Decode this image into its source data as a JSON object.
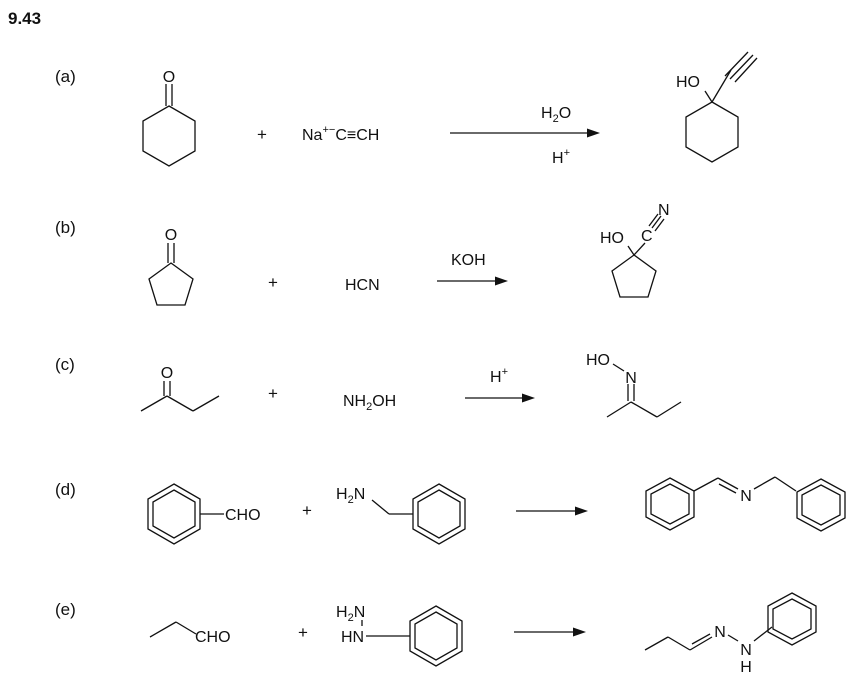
{
  "problem_number": "9.43",
  "plus": "+",
  "reactions": [
    {
      "label": "(a)",
      "reagent": {
        "a": "Na",
        "b": "+",
        "c": "−",
        "d": "C≡CH"
      },
      "above": {
        "a": "H",
        "b": "2",
        "c": "O"
      },
      "below": {
        "a": "H",
        "b": "+"
      },
      "product": {
        "oh": "HO"
      }
    },
    {
      "label": "(b)",
      "reagent": {
        "a": "HCN"
      },
      "above": {
        "a": "KOH"
      },
      "product": {
        "oh": "HO",
        "c": "C",
        "n": "N"
      }
    },
    {
      "label": "(c)",
      "reagent": {
        "a": "NH",
        "b": "2",
        "c": "OH"
      },
      "above": {
        "a": "H",
        "b": "+"
      },
      "product": {
        "oh": "HO",
        "n": "N"
      }
    },
    {
      "label": "(d)",
      "substrate": {
        "cho": "CHO"
      },
      "reagent": {
        "a": "H",
        "b": "2",
        "c": "N"
      },
      "product": {
        "n": "N"
      }
    },
    {
      "label": "(e)",
      "substrate": {
        "cho": "CHO"
      },
      "reagent": {
        "a": "H",
        "b": "2",
        "c": "N",
        "hn": "HN"
      },
      "product": {
        "n1": "N",
        "n2": "N",
        "h": "H"
      }
    }
  ]
}
